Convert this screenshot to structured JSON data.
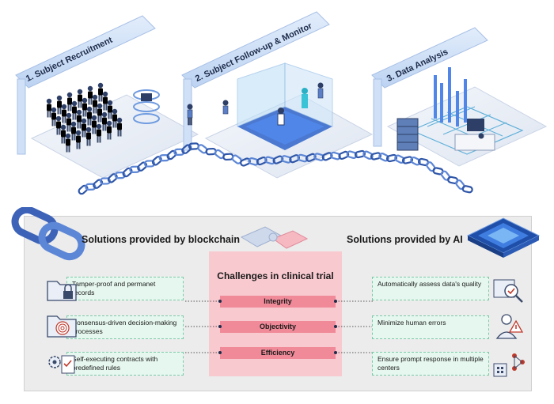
{
  "stages": [
    {
      "label": "1. Subject Recruitment"
    },
    {
      "label": "2. Subject Follow-up & Monitor"
    },
    {
      "label": "3. Data Analysis"
    }
  ],
  "panel": {
    "blockchain_heading": "Solutions provided by blockchain",
    "ai_heading": "Solutions provided by AI",
    "challenges_title": "Challenges in clinical trial",
    "challenges": [
      "Integrity",
      "Objectivity",
      "Efficiency"
    ],
    "blockchain_solutions": [
      "Tamper-proof and permanet records",
      "Consensus-driven decision-making processes",
      "Self-executing contracts with predefined rules"
    ],
    "ai_solutions": [
      "Automatically assess data's quality",
      "Minimize human errors",
      "Ensure prompt response in multiple centers"
    ]
  },
  "colors": {
    "banner": "#cfe0f7",
    "chain": "#3d63b8",
    "panel_bg": "#ececec",
    "challenge_bg": "#f8c9cf",
    "challenge_pill": "#f08a99",
    "solution_bg": "#e6f7ef",
    "solution_border": "#7dc9a8",
    "arrow": "#3fbf8c"
  },
  "icons": {
    "top_left": "chain-link-icon",
    "top_center": "puzzle-icon",
    "top_right": "ai-chip-icon",
    "blockchain": [
      "folder-lock-icon",
      "fingerprint-folder-icon",
      "gear-contract-icon"
    ],
    "ai": [
      "magnifier-check-icon",
      "doctor-warning-icon",
      "hospital-network-icon"
    ]
  }
}
